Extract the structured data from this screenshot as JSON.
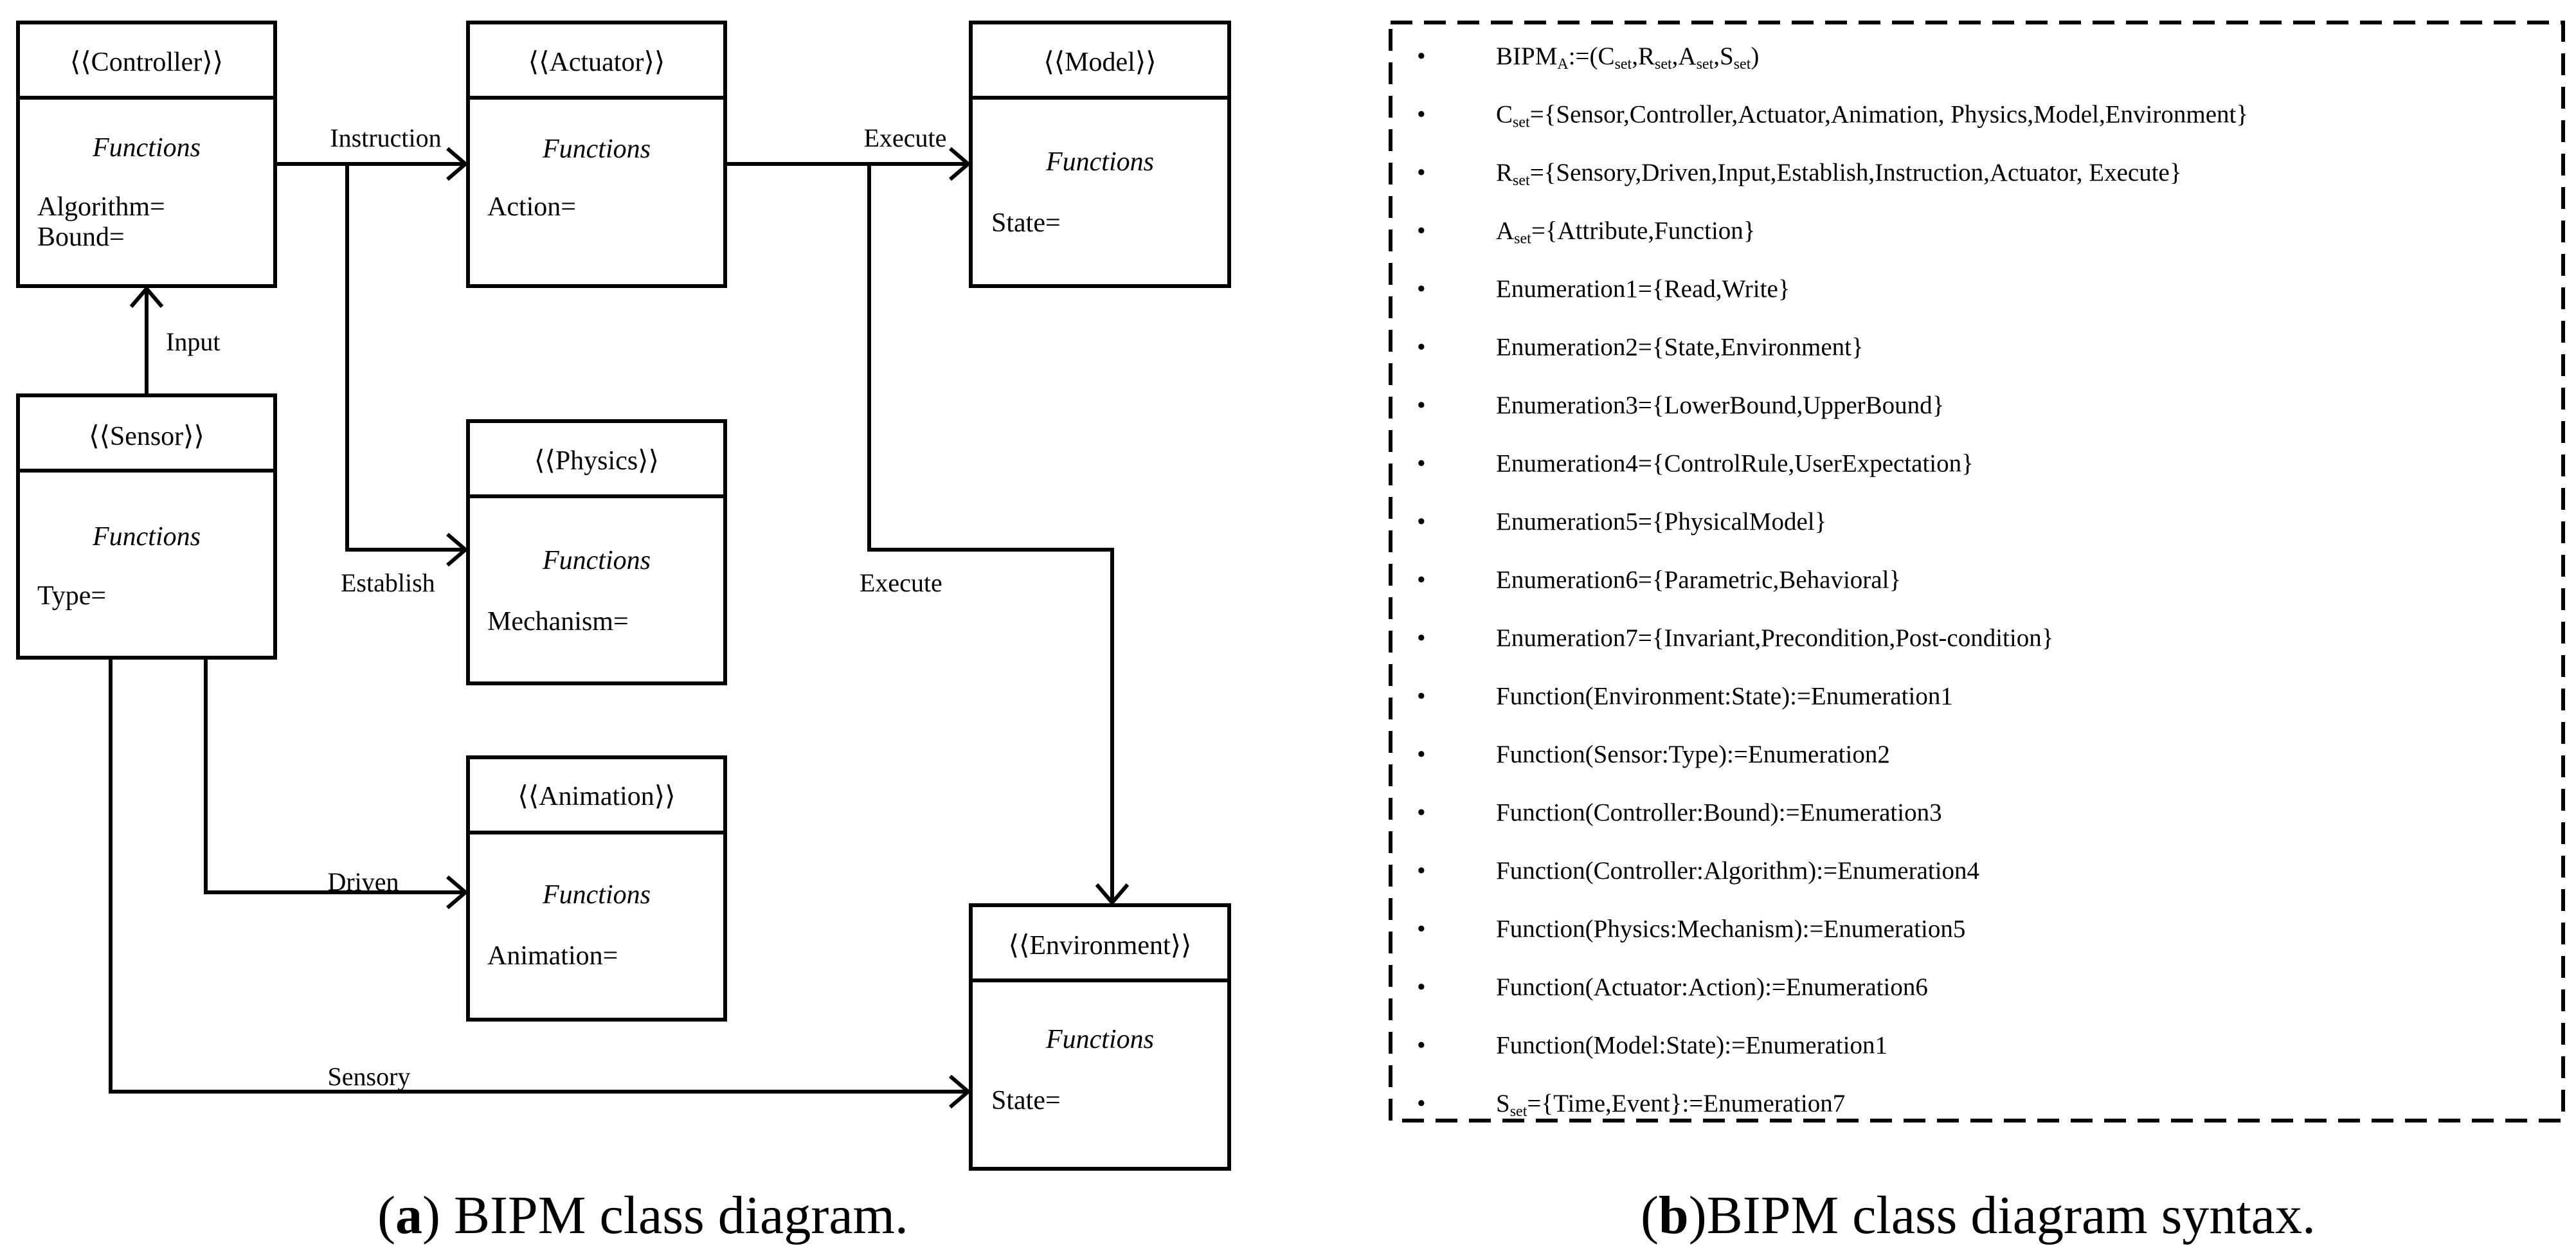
{
  "diagram": {
    "classes": [
      {
        "id": "controller",
        "title": "⟨⟨Controller⟩⟩",
        "section": "Functions",
        "attrs": [
          "Algorithm=",
          "Bound="
        ]
      },
      {
        "id": "actuator",
        "title": "⟨⟨Actuator⟩⟩",
        "section": "Functions",
        "attrs": [
          "Action="
        ]
      },
      {
        "id": "model",
        "title": "⟨⟨Model⟩⟩",
        "section": "Functions",
        "attrs": [
          "State="
        ]
      },
      {
        "id": "sensor",
        "title": "⟨⟨Sensor⟩⟩",
        "section": "Functions",
        "attrs": [
          "Type="
        ]
      },
      {
        "id": "physics",
        "title": "⟨⟨Physics⟩⟩",
        "section": "Functions",
        "attrs": [
          "Mechanism="
        ]
      },
      {
        "id": "animation",
        "title": "⟨⟨Animation⟩⟩",
        "section": "Functions",
        "attrs": [
          "Animation="
        ]
      },
      {
        "id": "environment",
        "title": "⟨⟨Environment⟩⟩",
        "section": "Functions",
        "attrs": [
          "State="
        ]
      }
    ],
    "edges": [
      {
        "id": "instruction",
        "label": "Instruction",
        "from": "controller",
        "to": "actuator"
      },
      {
        "id": "execute-model",
        "label": "Execute",
        "from": "actuator",
        "to": "model"
      },
      {
        "id": "input",
        "label": "Input",
        "from": "sensor",
        "to": "controller"
      },
      {
        "id": "establish",
        "label": "Establish",
        "from": "controller",
        "to": "physics"
      },
      {
        "id": "execute-env",
        "label": "Execute",
        "from": "actuator",
        "to": "environment"
      },
      {
        "id": "driven",
        "label": "Driven",
        "from": "sensor",
        "to": "animation"
      },
      {
        "id": "sensory",
        "label": "Sensory",
        "from": "sensor",
        "to": "environment"
      }
    ],
    "caption": {
      "letter": "a",
      "open": "(",
      "close": ")",
      "text": " BIPM class diagram."
    }
  },
  "syntax": {
    "lines": [
      [
        {
          "t": "BIPM"
        },
        {
          "t": "A",
          "sub": true
        },
        {
          "t": ":=(C"
        },
        {
          "t": "set",
          "sub": true
        },
        {
          "t": ",R"
        },
        {
          "t": "set",
          "sub": true
        },
        {
          "t": ",A"
        },
        {
          "t": "set",
          "sub": true
        },
        {
          "t": ",S"
        },
        {
          "t": "set",
          "sub": true
        },
        {
          "t": ")"
        }
      ],
      [
        {
          "t": "C"
        },
        {
          "t": "set",
          "sub": true
        },
        {
          "t": "={Sensor,Controller,Actuator,Animation, Physics,Model,Environment}"
        }
      ],
      [
        {
          "t": "R"
        },
        {
          "t": "set",
          "sub": true
        },
        {
          "t": "={Sensory,Driven,Input,Establish,Instruction,Actuator, Execute}"
        }
      ],
      [
        {
          "t": "A"
        },
        {
          "t": "set",
          "sub": true
        },
        {
          "t": "={Attribute,Function}"
        }
      ],
      [
        {
          "t": "Enumeration1={Read,Write}"
        }
      ],
      [
        {
          "t": "Enumeration2={State,Environment}"
        }
      ],
      [
        {
          "t": "Enumeration3={LowerBound,UpperBound}"
        }
      ],
      [
        {
          "t": "Enumeration4={ControlRule,UserExpectation}"
        }
      ],
      [
        {
          "t": "Enumeration5={PhysicalModel}"
        }
      ],
      [
        {
          "t": "Enumeration6={Parametric,Behavioral}"
        }
      ],
      [
        {
          "t": "Enumeration7={Invariant,Precondition,Post-condition}"
        }
      ],
      [
        {
          "t": "Function(Environment:State):=Enumeration1"
        }
      ],
      [
        {
          "t": "Function(Sensor:Type):=Enumeration2"
        }
      ],
      [
        {
          "t": "Function(Controller:Bound):=Enumeration3"
        }
      ],
      [
        {
          "t": "Function(Controller:Algorithm):=Enumeration4"
        }
      ],
      [
        {
          "t": "Function(Physics:Mechanism):=Enumeration5"
        }
      ],
      [
        {
          "t": "Function(Actuator:Action):=Enumeration6"
        }
      ],
      [
        {
          "t": "Function(Model:State):=Enumeration1"
        }
      ],
      [
        {
          "t": "S"
        },
        {
          "t": "set",
          "sub": true
        },
        {
          "t": "={Time,Event}:=Enumeration7"
        }
      ]
    ],
    "bullet": "•",
    "caption": {
      "letter": "b",
      "open": "(",
      "close": ")",
      "text": "BIPM class diagram syntax."
    }
  }
}
